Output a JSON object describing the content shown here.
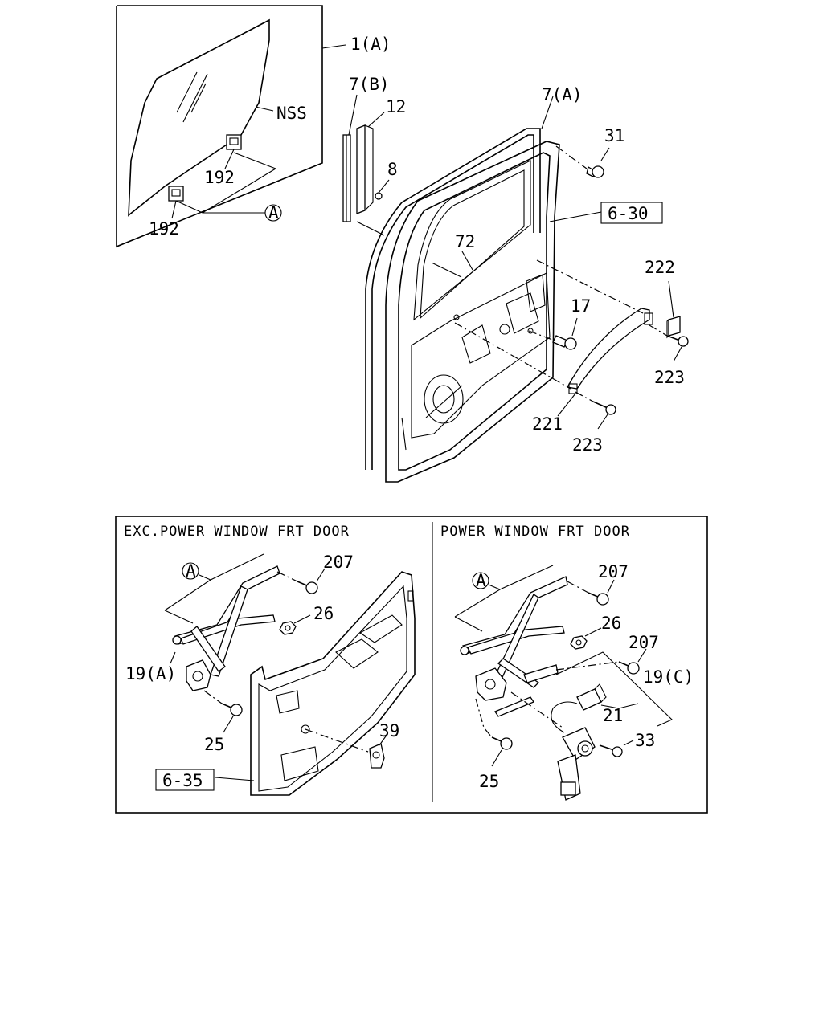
{
  "labels": {
    "glass_1a": "1(A)",
    "nss": "NSS",
    "clip_192_upper": "192",
    "clip_192_lower": "192",
    "ref_a_glass": "A",
    "run_7b": "7(B)",
    "run_12": "12",
    "screw_8": "8",
    "weather_7a": "7(A)",
    "bolt_31": "31",
    "ref_6_30": "6-30",
    "seal_72": "72",
    "cover_222": "222",
    "bolt_17": "17",
    "screw_223_upper": "223",
    "garnish_221": "221",
    "screw_223_lower": "223"
  },
  "left_panel": {
    "title": "EXC.POWER WINDOW FRT DOOR",
    "ref_a": "A",
    "bolt_207": "207",
    "nut_26": "26",
    "regulator_19a": "19(A)",
    "bolt_25": "25",
    "handle_39": "39",
    "ref_6_35": "6-35"
  },
  "right_panel": {
    "title": "POWER WINDOW FRT DOOR",
    "ref_a": "A",
    "bolt_207_top": "207",
    "nut_26": "26",
    "bolt_207_mid": "207",
    "regulator_19c": "19(C)",
    "motor_21": "21",
    "screw_33": "33",
    "bolt_25": "25"
  }
}
